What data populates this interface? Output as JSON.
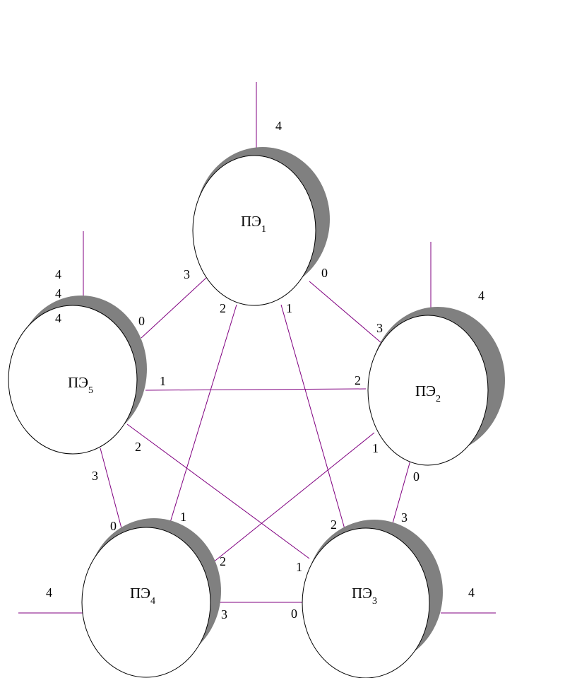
{
  "colors": {
    "edge": "#800080",
    "shadow": "#808080",
    "node_fill": "#ffffff",
    "node_stroke": "#000000",
    "text": "#000000"
  },
  "nodes": {
    "pe1": {
      "prefix": "ПЭ",
      "index": "1"
    },
    "pe2": {
      "prefix": "ПЭ",
      "index": "2"
    },
    "pe3": {
      "prefix": "ПЭ",
      "index": "3"
    },
    "pe4": {
      "prefix": "ПЭ",
      "index": "4"
    },
    "pe5": {
      "prefix": "ПЭ",
      "index": "5"
    }
  },
  "ports": {
    "pe1_external": "4",
    "pe1_to_pe2": "0",
    "pe1_to_pe3": "1",
    "pe1_to_pe4": "2",
    "pe1_to_pe5": "3",
    "pe2_external": "4",
    "pe2_to_pe3": "0",
    "pe2_to_pe4": "1",
    "pe2_to_pe5": "2",
    "pe2_to_pe1": "3",
    "pe3_external": "4",
    "pe3_to_pe4": "0",
    "pe3_to_pe5": "1",
    "pe3_to_pe1": "2",
    "pe3_to_pe2": "3",
    "pe4_external": "4",
    "pe4_to_pe5": "0",
    "pe4_to_pe1": "1",
    "pe4_to_pe2": "2",
    "pe4_to_pe3": "3",
    "pe5_external_a": "4",
    "pe5_external_b": "4",
    "pe5_external_c": "4",
    "pe5_to_pe1": "0",
    "pe5_to_pe2": "1",
    "pe5_to_pe3": "2",
    "pe5_to_pe4": "3"
  }
}
